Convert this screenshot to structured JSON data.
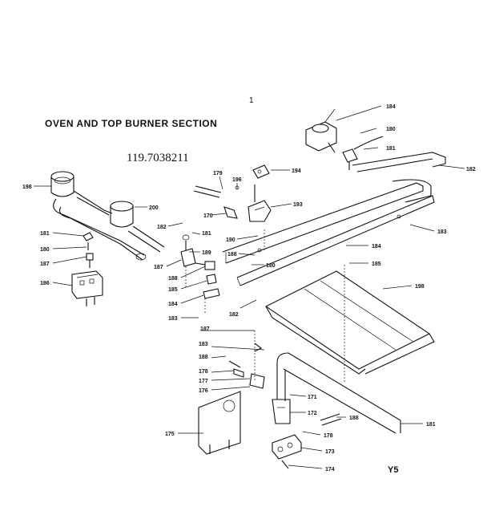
{
  "header": {
    "title": "OVEN AND TOP BURNER SECTION",
    "model": "119.7038211",
    "page_mark": "1"
  },
  "footer": {
    "page_number": "Y5"
  },
  "callouts": [
    "198",
    "200",
    "181",
    "180",
    "187",
    "186",
    "179",
    "196",
    "170",
    "182",
    "181",
    "189",
    "187",
    "188",
    "185",
    "184",
    "183",
    "194",
    "193",
    "190",
    "180",
    "188",
    "182",
    "184",
    "180",
    "181",
    "182",
    "183",
    "184",
    "185",
    "198",
    "187",
    "183",
    "188",
    "178",
    "177",
    "176",
    "175",
    "171",
    "172",
    "173",
    "174",
    "188",
    "178",
    "181"
  ]
}
